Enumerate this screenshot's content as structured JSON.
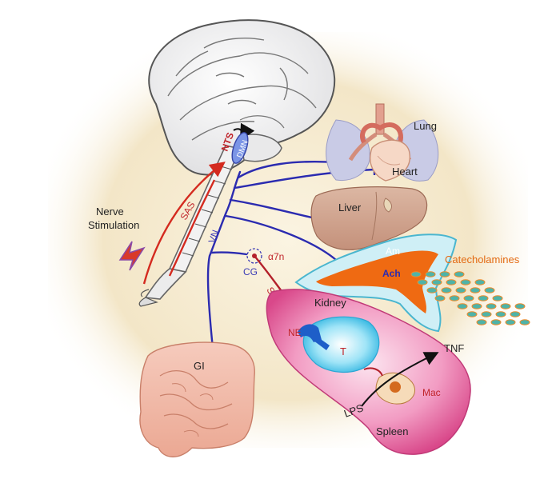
{
  "labels": {
    "nts": "NTS",
    "dmn": "DMN",
    "sas": "SAS",
    "vn": "VN",
    "nerve_stim_line1": "Nerve",
    "nerve_stim_line2": "Stimulation",
    "lung": "Lung",
    "heart": "Heart",
    "liver": "Liver",
    "am": "Am",
    "ach": "Ach",
    "catecholamines": "Catecholamines",
    "a7n": "α7n",
    "cg": "CG",
    "sn": "SN",
    "kidney": "Kidney",
    "ne": "NE",
    "t": "T",
    "tnf": "TNF",
    "mac": "Mac",
    "lps": "LPS",
    "spleen": "Spleen",
    "gi": "GI"
  },
  "colors": {
    "efferent_nerve": "#2b2bb0",
    "afferent_pathway": "#d42a1f",
    "sympathetic_nerve": "#b3202a",
    "adrenal_medulla": "#ef6a12",
    "catecholamine_granule": "#4fb3a8",
    "spleen": "#e8699e",
    "t_cell": "#4cc8ea"
  }
}
